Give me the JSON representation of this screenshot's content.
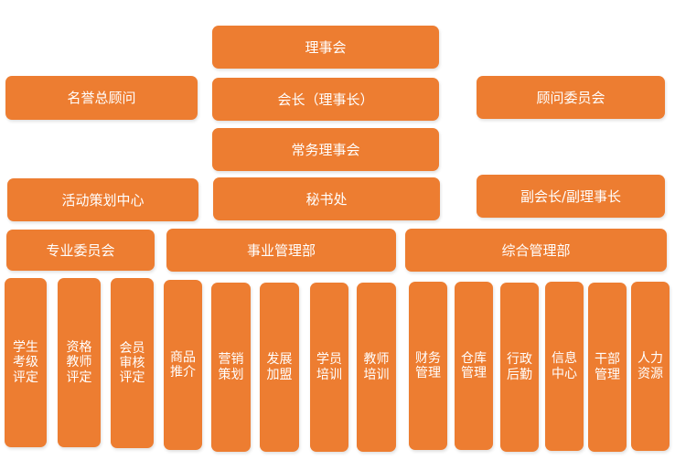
{
  "top": {
    "council": "理事会",
    "honorary_advisor": "名誉总顾问",
    "president": "会长（理事长）",
    "advisory_committee": "顾问委员会",
    "standing_council": "常务理事会",
    "activity_center": "活动策划中心",
    "secretariat": "秘书处",
    "vice_president": "副会长/副理事长"
  },
  "departments": {
    "professional_committee": "专业委员会",
    "business_management": "事业管理部",
    "general_management": "综合管理部"
  },
  "sub_units": {
    "student_grading": "学生考级评定",
    "teacher_qualification": "资格教师评定",
    "member_review": "会员审核评定",
    "product_promotion": "商品推介",
    "marketing": "营销策划",
    "franchise": "发展加盟",
    "student_training": "学员培训",
    "teacher_training": "教师培训",
    "finance": "财务管理",
    "warehouse": "仓库管理",
    "logistics": "行政后勤",
    "info_center": "信息中心",
    "cadre_management": "干部管理",
    "human_resources": "人力资源"
  },
  "colors": {
    "box": "#ED7D31",
    "text": "#FFFFFF",
    "background": "#FFFFFF"
  }
}
